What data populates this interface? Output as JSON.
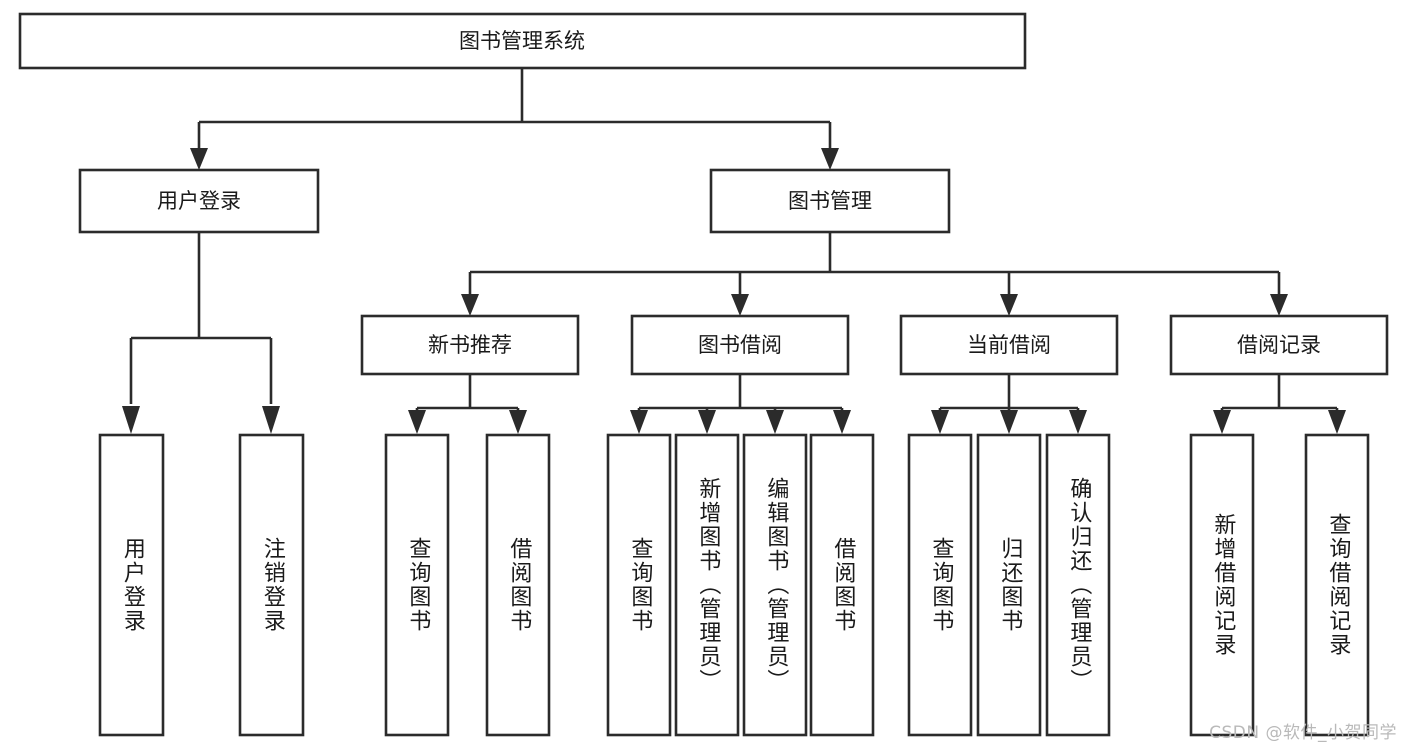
{
  "diagram": {
    "type": "tree-hierarchy",
    "title": "图书管理系统",
    "orientation": "top-down",
    "watermark": "CSDN @软件_小贺同学",
    "colors": {
      "stroke": "#2b2b2b",
      "fill": "#ffffff",
      "text": "#1a1a1a",
      "watermark": "#b9b9b9"
    },
    "root": {
      "id": "root",
      "label": "图书管理系统"
    },
    "level2": [
      {
        "id": "user-login",
        "label": "用户登录"
      },
      {
        "id": "book-manage",
        "label": "图书管理"
      }
    ],
    "level3": [
      {
        "id": "new-book-recommend",
        "label": "新书推荐",
        "parent": "book-manage"
      },
      {
        "id": "book-borrow",
        "label": "图书借阅",
        "parent": "book-manage"
      },
      {
        "id": "current-borrow",
        "label": "当前借阅",
        "parent": "book-manage"
      },
      {
        "id": "borrow-record",
        "label": "借阅记录",
        "parent": "book-manage"
      }
    ],
    "leaves": {
      "user-login": [
        {
          "id": "leaf-user-login",
          "label": "用户登录"
        },
        {
          "id": "leaf-user-logout",
          "label": "注销登录"
        }
      ],
      "new-book-recommend": [
        {
          "id": "leaf-query-book-1",
          "label": "查询图书"
        },
        {
          "id": "leaf-borrow-book-1",
          "label": "借阅图书"
        }
      ],
      "book-borrow": [
        {
          "id": "leaf-query-book-2",
          "label": "查询图书"
        },
        {
          "id": "leaf-add-book",
          "label": "新增图书（管理员）"
        },
        {
          "id": "leaf-edit-book",
          "label": "编辑图书（管理员）"
        },
        {
          "id": "leaf-borrow-book-2",
          "label": "借阅图书"
        }
      ],
      "current-borrow": [
        {
          "id": "leaf-query-book-3",
          "label": "查询图书"
        },
        {
          "id": "leaf-return-book",
          "label": "归还图书"
        },
        {
          "id": "leaf-confirm-return",
          "label": "确认归还（管理员）"
        }
      ],
      "borrow-record": [
        {
          "id": "leaf-add-record",
          "label": "新增借阅记录"
        },
        {
          "id": "leaf-query-record",
          "label": "查询借阅记录"
        }
      ]
    }
  }
}
